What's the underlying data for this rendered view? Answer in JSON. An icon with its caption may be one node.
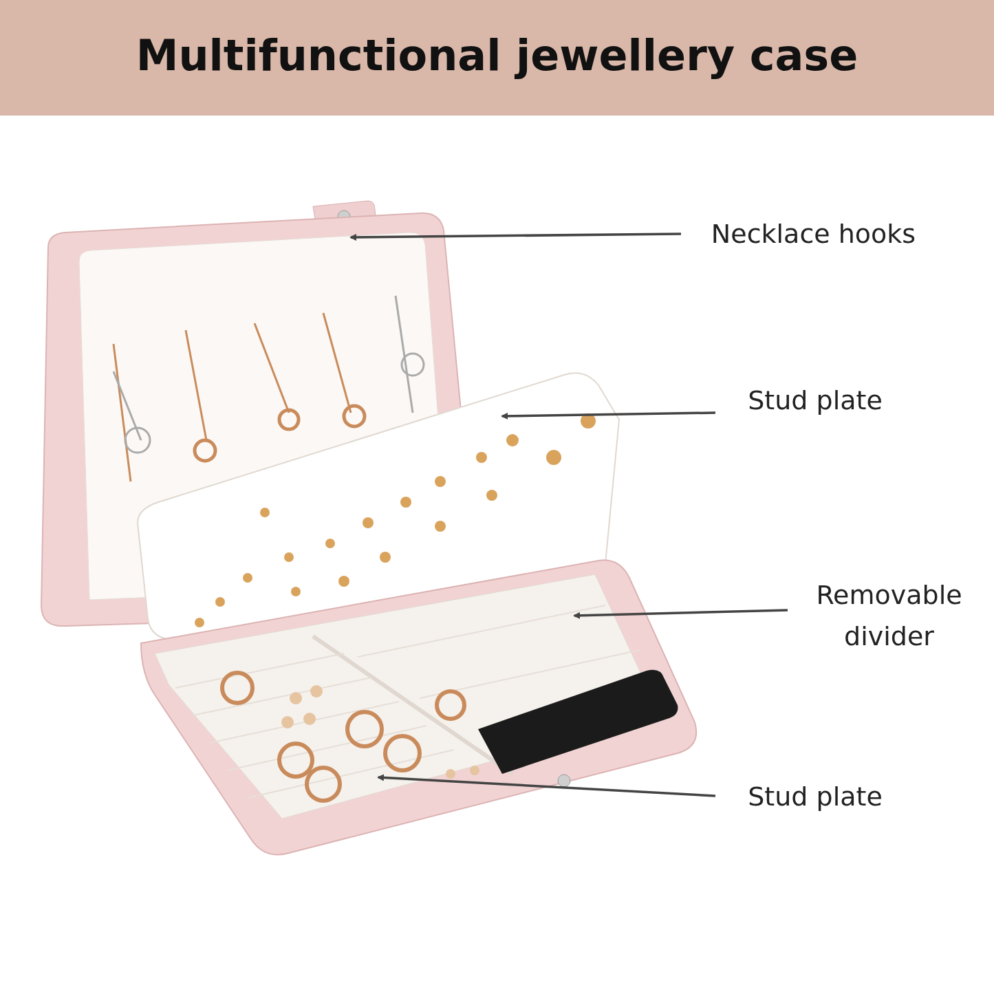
{
  "diagram": {
    "title": "Multifunctional jewellery case",
    "nodes": [
      {
        "text": [
          "Necklace hooks"
        ]
      },
      {
        "text": [
          "Stud plate"
        ]
      },
      {
        "text": [
          "Removable divider"
        ]
      },
      {
        "text": [
          "Stud plate"
        ]
      }
    ],
    "edges": [
      {
        "from": 0,
        "to": null,
        "arrow": "to"
      },
      {
        "from": 1,
        "to": null,
        "arrow": "to"
      },
      {
        "from": 2,
        "to": null,
        "arrow": "to"
      },
      {
        "from": 3,
        "to": null,
        "arrow": "to"
      }
    ]
  }
}
